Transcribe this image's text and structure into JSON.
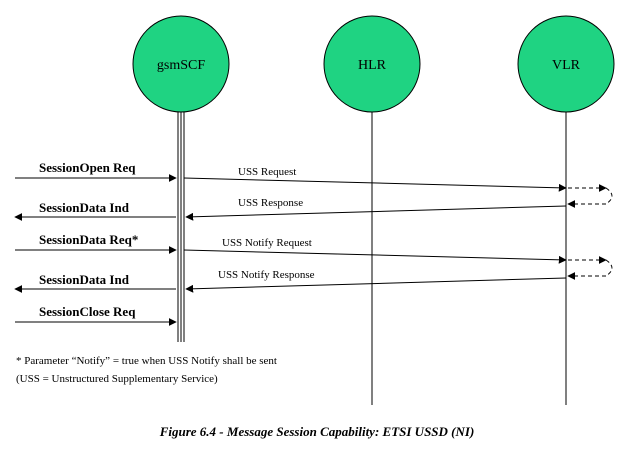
{
  "nodes": {
    "gsmscf": "gsmSCF",
    "hlr": "HLR",
    "vlr": "VLR"
  },
  "left_messages": {
    "session_open_req": "SessionOpen Req",
    "session_data_ind_1": "SessionData Ind",
    "session_data_req": "SessionData Req*",
    "session_data_ind_2": "SessionData Ind",
    "session_close_req": "SessionClose Req"
  },
  "flows": {
    "uss_request": "USS Request",
    "uss_response": "USS Response",
    "uss_notify_request": "USS Notify Request",
    "uss_notify_response": "USS Notify Response"
  },
  "notes": {
    "line1": "* Parameter “Notify” = true when USS Notify shall be sent",
    "line2": "(USS = Unstructured Supplementary Service)"
  },
  "caption": "Figure 6.4 - Message Session Capability: ETSI USSD (NI)",
  "colors": {
    "node_fill": "#1fd382",
    "line": "#000000"
  }
}
